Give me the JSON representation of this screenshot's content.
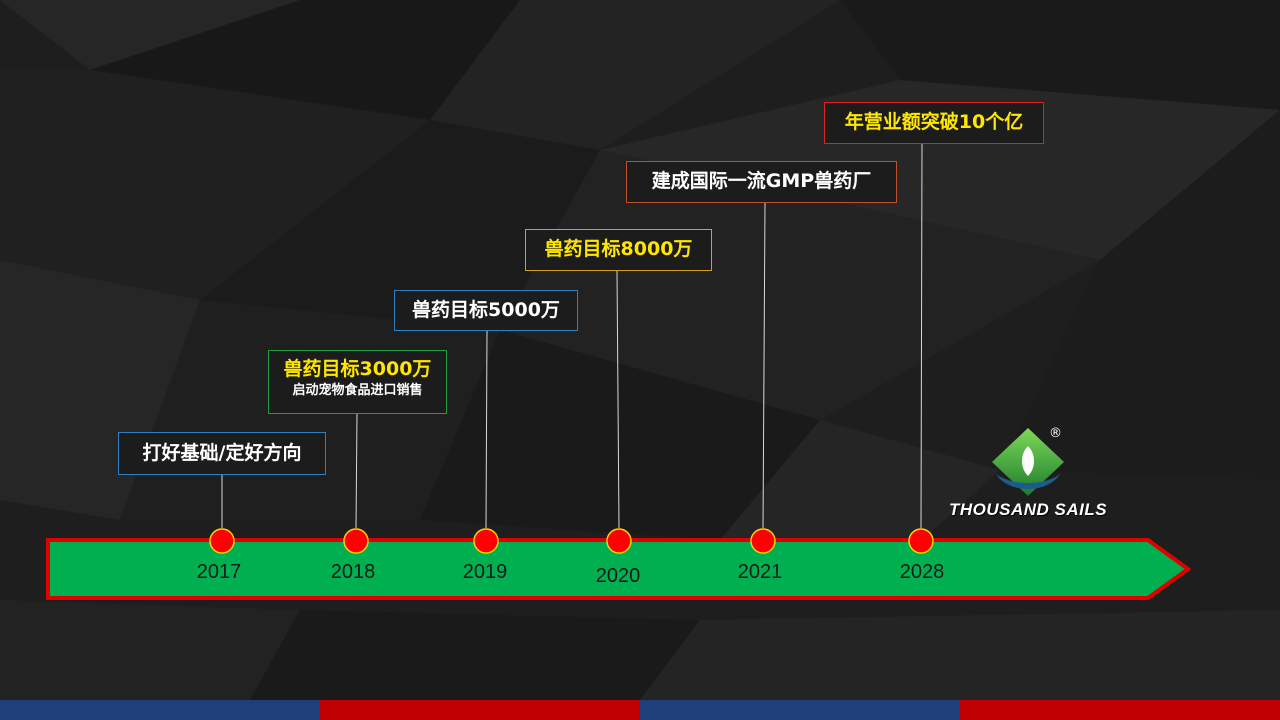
{
  "timeline": {
    "years": [
      "2017",
      "2018",
      "2019",
      "2020",
      "2021",
      "2028"
    ],
    "milestones": [
      {
        "title": "打好基础/定好方向",
        "subtitle": "",
        "border_color": "#2f7fc1",
        "title_color": "#ffffff"
      },
      {
        "title": "兽药目标3000万",
        "subtitle": "启动宠物食品进口销售",
        "border_color": "#1f9e3d",
        "title_color": "#ffe600"
      },
      {
        "title": "兽药目标5000万",
        "subtitle": "",
        "border_color": "#2f7fc1",
        "title_color": "#ffffff"
      },
      {
        "title": "兽药目标8000万",
        "subtitle": "",
        "border_color": "#d4a017",
        "title_color": "#ffe600"
      },
      {
        "title": "建成国际一流GMP兽药厂",
        "subtitle": "",
        "border_color": "#c0502a",
        "title_color": "#ffffff"
      },
      {
        "title": "年营业额突破10个亿",
        "subtitle": "",
        "border_color": "#e02020",
        "title_color": "#ffe600"
      }
    ]
  },
  "logo": {
    "text": "THOUSAND SAILS",
    "registered_mark": "®"
  },
  "colors": {
    "arrow_fill": "#00b050",
    "arrow_border": "#e00000",
    "dot_fill": "#ff0000",
    "dot_border": "#ffd000",
    "bottom_bar": [
      "#1f3f78",
      "#c00000",
      "#1f3f78",
      "#c00000"
    ]
  }
}
